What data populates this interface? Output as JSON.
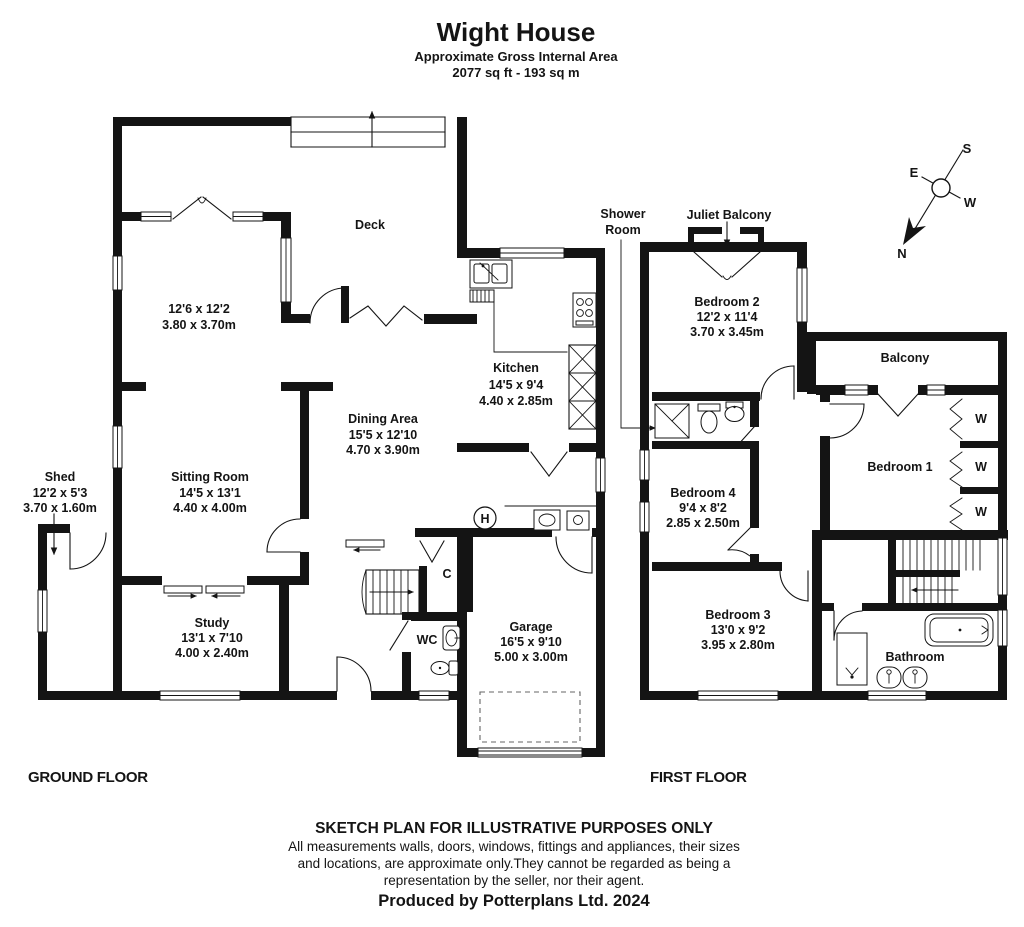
{
  "header": {
    "title": "Wight House",
    "subtitle": "Approximate Gross Internal Area",
    "area": "2077 sq ft - 193 sq m"
  },
  "compass": {
    "north": "N",
    "south": "S",
    "east": "E",
    "west": "W"
  },
  "ground_floor": {
    "label": "GROUND FLOOR",
    "rooms": {
      "deck": {
        "name": "Deck"
      },
      "front_room": {
        "imperial": "12'6 x 12'2",
        "metric": "3.80 x 3.70m"
      },
      "kitchen": {
        "name": "Kitchen",
        "imperial": "14'5 x 9'4",
        "metric": "4.40 x 2.85m"
      },
      "dining": {
        "name": "Dining Area",
        "imperial": "15'5 x 12'10",
        "metric": "4.70 x 3.90m"
      },
      "sitting": {
        "name": "Sitting Room",
        "imperial": "14'5 x 13'1",
        "metric": "4.40 x 4.00m"
      },
      "shed": {
        "name": "Shed",
        "imperial": "12'2 x 5'3",
        "metric": "3.70 x 1.60m"
      },
      "study": {
        "name": "Study",
        "imperial": "13'1 x 7'10",
        "metric": "4.00 x 2.40m"
      },
      "wc": {
        "name": "WC"
      },
      "garage": {
        "name": "Garage",
        "imperial": "16'5 x 9'10",
        "metric": "5.00 x 3.00m"
      },
      "cupboard": {
        "name": "C"
      },
      "boiler": {
        "name": "H"
      }
    }
  },
  "first_floor": {
    "label": "FIRST FLOOR",
    "rooms": {
      "shower_room": {
        "line1": "Shower",
        "line2": "Room"
      },
      "juliet_balcony": {
        "name": "Juliet Balcony"
      },
      "bedroom2": {
        "name": "Bedroom 2",
        "imperial": "12'2 x 11'4",
        "metric": "3.70 x 3.45m"
      },
      "balcony": {
        "name": "Balcony"
      },
      "bedroom1": {
        "name": "Bedroom 1"
      },
      "bedroom4": {
        "name": "Bedroom 4",
        "imperial": "9'4 x 8'2",
        "metric": "2.85 x 2.50m"
      },
      "bedroom3": {
        "name": "Bedroom 3",
        "imperial": "13'0 x 9'2",
        "metric": "3.95 x 2.80m"
      },
      "bathroom": {
        "name": "Bathroom"
      },
      "wardrobe": {
        "name": "W"
      }
    }
  },
  "footer": {
    "line1": "SKETCH PLAN FOR ILLUSTRATIVE PURPOSES ONLY",
    "line2": "All measurements walls, doors, windows, fittings and appliances, their sizes",
    "line3": "and locations, are approximate only.They cannot be regarded as being a",
    "line4": "representation by the seller, nor their agent.",
    "line5": "Produced by Potterplans Ltd. 2024"
  },
  "colors": {
    "wall": "#141414",
    "background": "#ffffff"
  }
}
